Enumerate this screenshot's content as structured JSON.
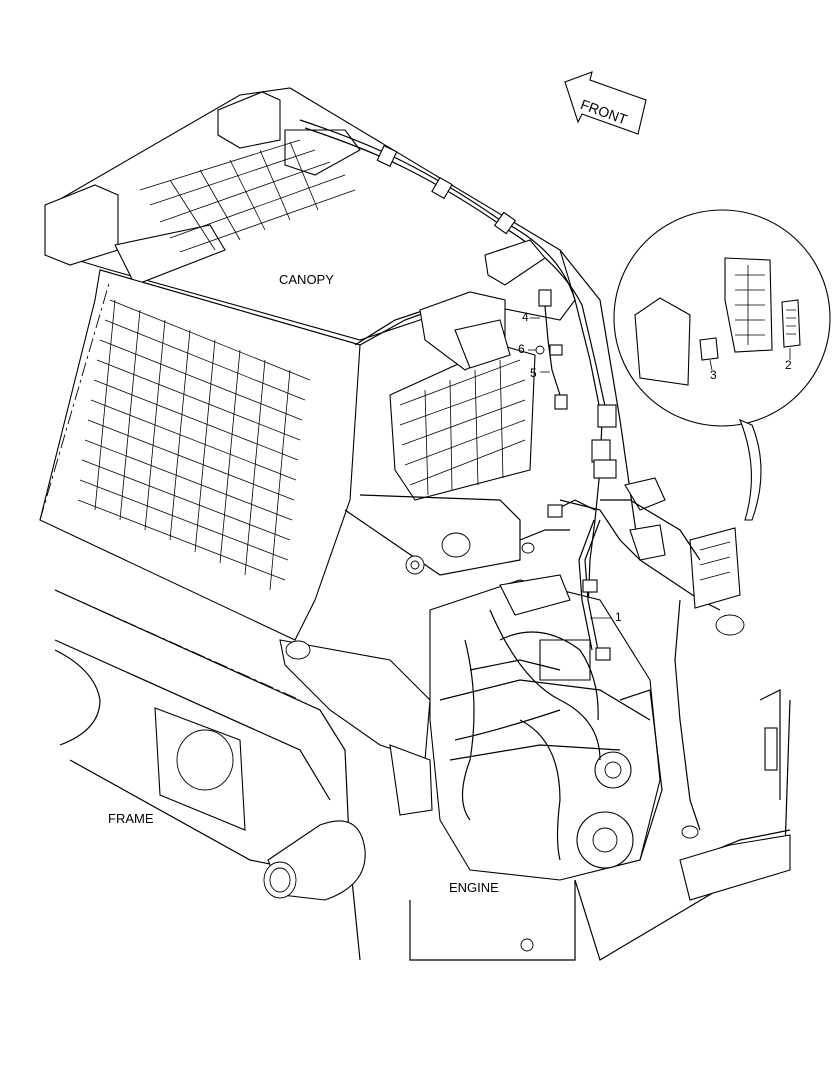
{
  "labels": {
    "canopy": "CANOPY",
    "frame": "FRAME",
    "engine": "ENGINE",
    "front": "FRONT"
  },
  "callouts": {
    "c1": "1",
    "c2": "2",
    "c3": "3",
    "c4": "4",
    "c5": "5",
    "c6": "6"
  },
  "colors": {
    "line": "#000000",
    "background": "#ffffff"
  }
}
